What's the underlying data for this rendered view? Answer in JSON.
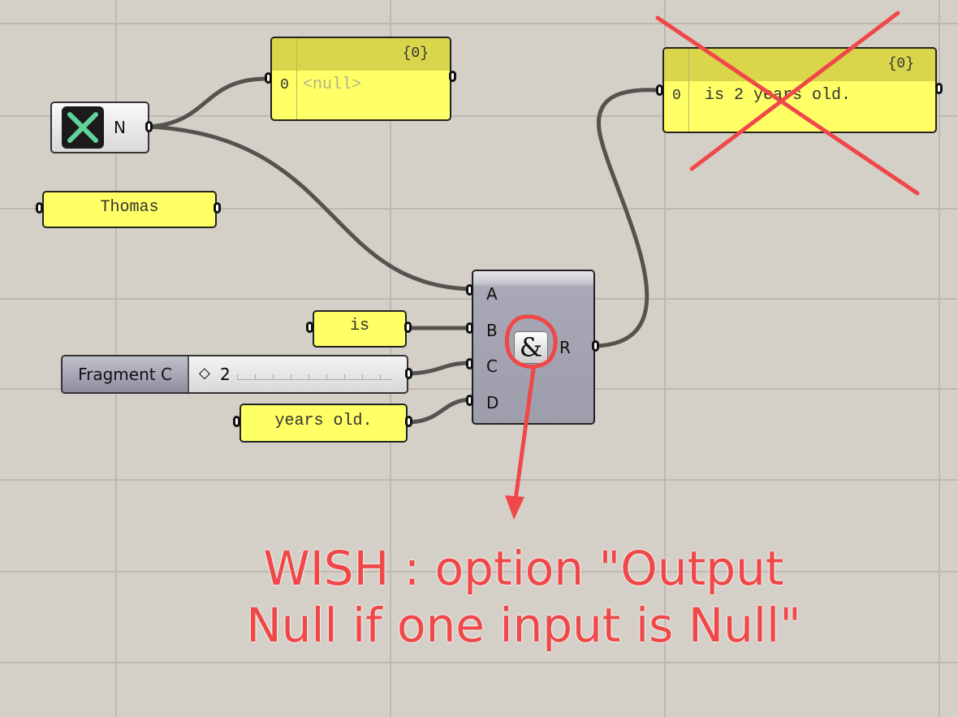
{
  "panel_top": {
    "path": "{0}",
    "index": "0",
    "value": "<null>"
  },
  "panel_right": {
    "path": "{0}",
    "index": "0",
    "value": "is 2 years old."
  },
  "null_param": {
    "label": "N"
  },
  "text_thomas": "Thomas",
  "text_is": "is",
  "text_years": "years old.",
  "slider": {
    "label": "Fragment C",
    "value": "2"
  },
  "concat": {
    "inputs": [
      "A",
      "B",
      "C",
      "D"
    ],
    "output": "R",
    "icon": "&"
  },
  "annotation": {
    "line1": "WISH : option \"Output",
    "line2": "Null if one input is Null\""
  },
  "colors": {
    "panel": "#ffff66",
    "annotation": "#f04848",
    "canvas": "#d4d0c8"
  }
}
